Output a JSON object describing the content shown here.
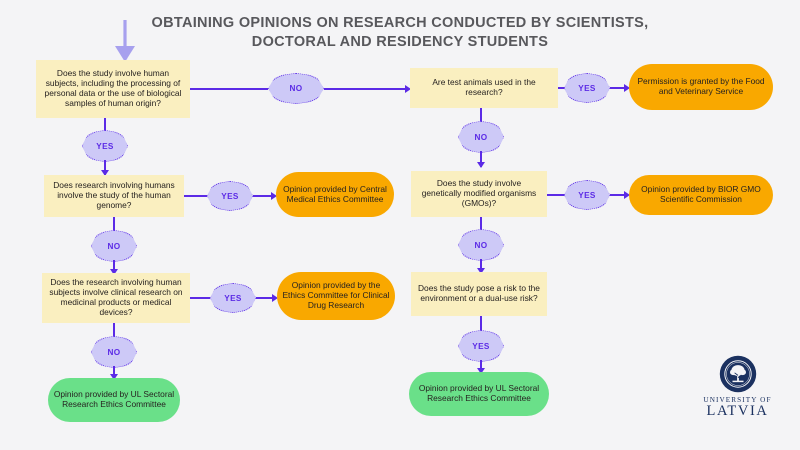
{
  "title": "OBTAINING OPINIONS ON RESEARCH CONDUCTED BY SCIENTISTS, DOCTORAL AND RESIDENCY STUDENTS",
  "labels": {
    "yes": "YES",
    "no": "NO"
  },
  "colors": {
    "background": "#f4f4f6",
    "question_box": "#faefc0",
    "result_orange": "#f9a800",
    "result_green": "#6ae089",
    "connector": "#5b2ae6",
    "decision_fill": "#cdc9f7",
    "title_text": "#58585c",
    "logo": "#1b3160"
  },
  "nodes": {
    "q1": "Does the study involve human subjects, including the processing of personal data or the use of biological samples of human origin?",
    "q2": "Does research involving humans involve the study of the human genome?",
    "q3": "Does the research involving human subjects involve clinical research on medicinal products or medical devices?",
    "q4": "Are test animals used in the research?",
    "q5": "Does the study involve genetically modified organisms (GMOs)?",
    "q6": "Does the study pose a risk to the environment or a dual-use risk?",
    "r_genome": "Opinion provided by Central Medical Ethics Committee",
    "r_clinical": "Opinion provided by the Ethics Committee for Clinical Drug Research",
    "r_ul_left": "Opinion provided by UL Sectoral Research Ethics Committee",
    "r_animals": "Permission is granted by the Food and Veterinary Service",
    "r_gmo": "Opinion provided by BIOR GMO Scientific Commission",
    "r_ul_right": "Opinion provided by UL Sectoral Research Ethics Committee"
  },
  "decisions": {
    "d_q1_no": "NO",
    "d_q1_yes": "YES",
    "d_q2_yes": "YES",
    "d_q2_no": "NO",
    "d_q3_yes": "YES",
    "d_q3_no": "NO",
    "d_q4_yes": "YES",
    "d_q4_no": "NO",
    "d_q5_yes": "YES",
    "d_q5_no": "NO",
    "d_q6_yes": "YES"
  },
  "logo": {
    "line1": "UNIVERSITY OF",
    "line2": "LATVIA"
  }
}
